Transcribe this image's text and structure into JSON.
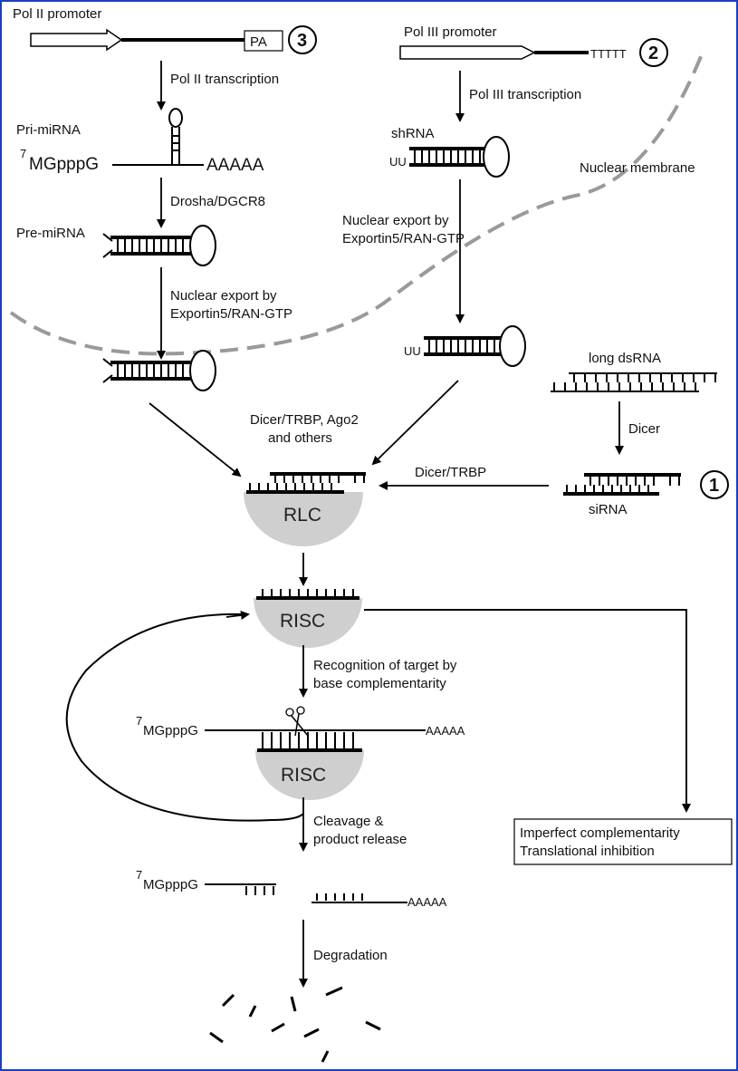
{
  "labels": {
    "pol2_promoter": "Pol II promoter",
    "pa": "PA",
    "num3": "3",
    "pol2_transcription": "Pol II transcription",
    "pri_mirna": "Pri-miRNA",
    "cap_sup": "7",
    "mgpppg": "MGpppG",
    "aaaaa": "AAAAA",
    "drosha": "Drosha/DGCR8",
    "pre_mirna": "Pre-miRNA",
    "nuclear_export_l1": "Nuclear export by",
    "nuclear_export_l2": "Exportin5/RAN-GTP",
    "pol3_promoter": "Pol III promoter",
    "ttttt": "TTTTT",
    "num2": "2",
    "pol3_transcription": "Pol III transcription",
    "shrna": "shRNA",
    "uu": "UU",
    "nuclear_membrane": "Nuclear membrane",
    "nuclear_export2_l1": "Nuclear export by",
    "nuclear_export2_l2": "Exportin5/RAN-GTP",
    "long_dsrna": "long dsRNA",
    "dicer": "Dicer",
    "dicer_trbp_l1": "Dicer/TRBP, Ago2",
    "dicer_trbp_l2": "and others",
    "dicer_trbp": "Dicer/TRBP",
    "num1": "1",
    "sirna": "siRNA",
    "rlc": "RLC",
    "risc": "RISC",
    "recognition_l1": "Recognition of target by",
    "recognition_l2": "base complementarity",
    "risc2": "RISC",
    "cleavage_l1": "Cleavage &",
    "cleavage_l2": "product release",
    "imperfect_l1": "Imperfect complementarity",
    "imperfect_l2": "Translational inhibition",
    "degradation": "Degradation"
  }
}
